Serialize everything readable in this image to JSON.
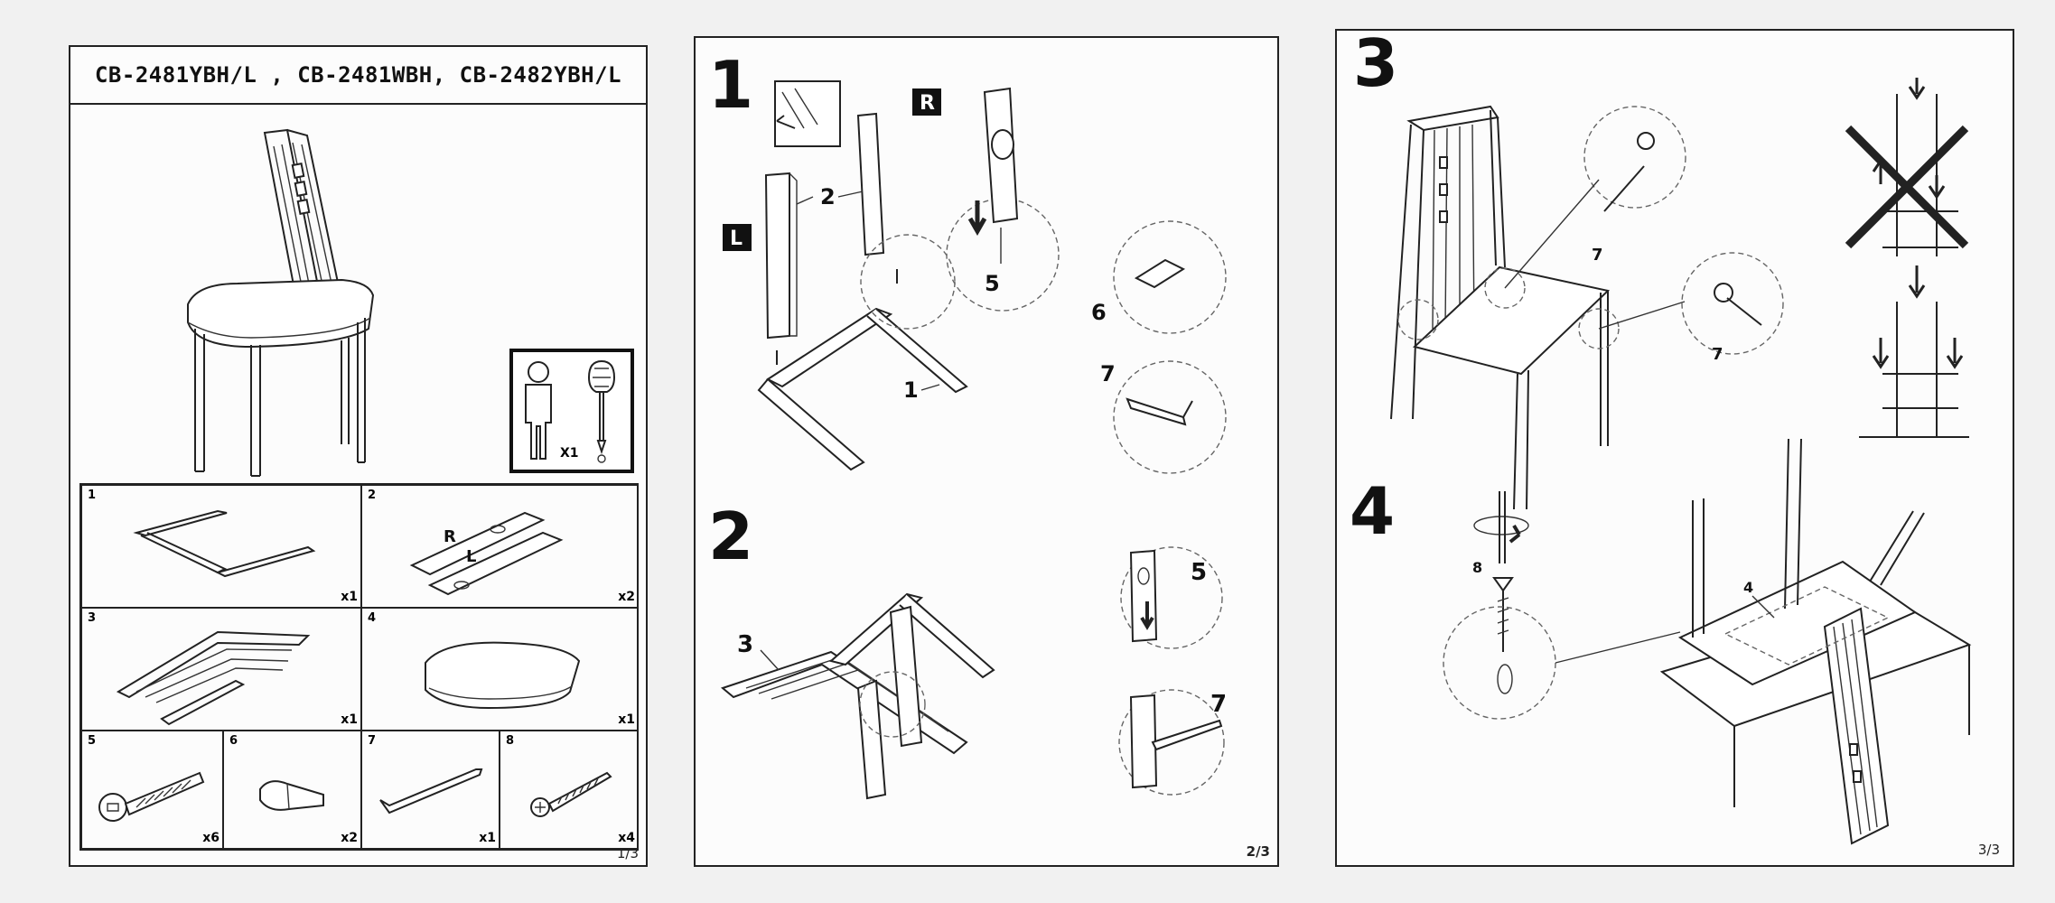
{
  "page1": {
    "model_title": "CB-2481YBH/L , CB-2481WBH, CB-2482YBH/L",
    "assembly_box": {
      "people_count": "X1"
    },
    "parts": [
      {
        "num": "1",
        "qty": "x1"
      },
      {
        "num": "2",
        "qty": "x2",
        "labels": [
          "R",
          "L"
        ]
      },
      {
        "num": "3",
        "qty": "x1"
      },
      {
        "num": "4",
        "qty": "x1"
      },
      {
        "num": "5",
        "qty": "x6"
      },
      {
        "num": "6",
        "qty": "x2"
      },
      {
        "num": "7",
        "qty": "x1"
      },
      {
        "num": "8",
        "qty": "x4"
      }
    ],
    "page_number": "1/3"
  },
  "page2": {
    "steps": [
      "1",
      "2"
    ],
    "step1_tags": {
      "right": "R",
      "left": "L"
    },
    "step1_callouts": [
      "2",
      "1",
      "5",
      "6",
      "7"
    ],
    "step2_callouts": [
      "3",
      "5",
      "7"
    ],
    "page_number": "2/3"
  },
  "page3": {
    "steps": [
      "3",
      "4"
    ],
    "step3_callouts": [
      "7",
      "7"
    ],
    "step4_callouts": [
      "8",
      "4"
    ],
    "page_number": "3/3"
  }
}
